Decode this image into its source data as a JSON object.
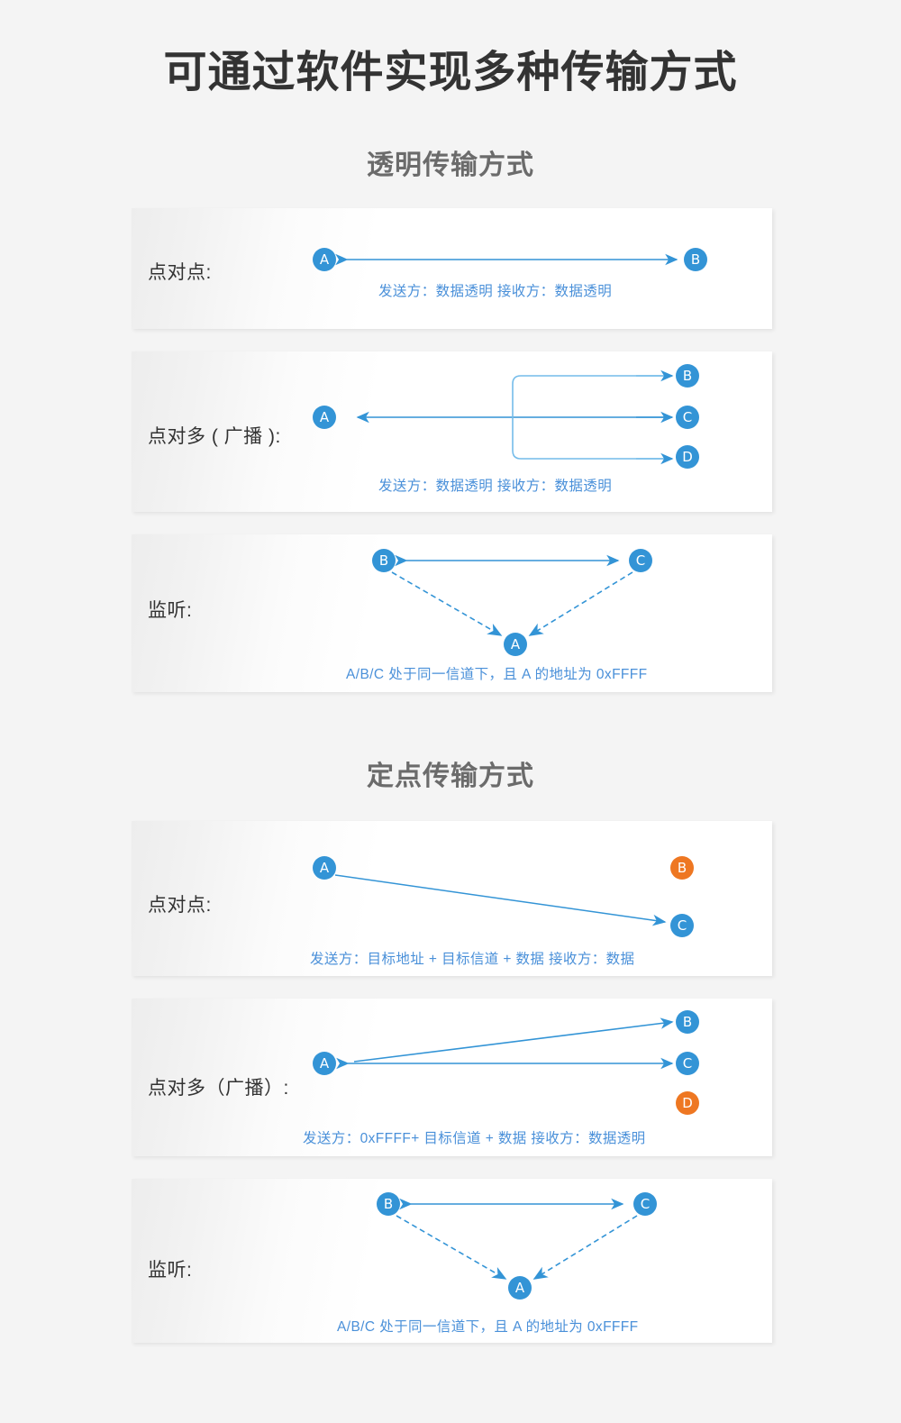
{
  "main_title": "可通过软件实现多种传输方式",
  "sections": [
    {
      "title": "透明传输方式",
      "panels": [
        {
          "label": "点对点:",
          "caption": "发送方：数据透明  接收方：数据透明",
          "nodes": [
            {
              "id": "A",
              "color": "#3394d6"
            },
            {
              "id": "B",
              "color": "#3394d6"
            }
          ]
        },
        {
          "label": "点对多 ( 广播 ):",
          "caption": "发送方：数据透明  接收方：数据透明",
          "nodes": [
            {
              "id": "A",
              "color": "#3394d6"
            },
            {
              "id": "B",
              "color": "#3394d6"
            },
            {
              "id": "C",
              "color": "#3394d6"
            },
            {
              "id": "D",
              "color": "#3394d6"
            }
          ]
        },
        {
          "label": "监听:",
          "caption": "A/B/C 处于同一信道下，且 A 的地址为 0xFFFF",
          "nodes": [
            {
              "id": "B",
              "color": "#3394d6"
            },
            {
              "id": "C",
              "color": "#3394d6"
            },
            {
              "id": "A",
              "color": "#3394d6"
            }
          ]
        }
      ]
    },
    {
      "title": "定点传输方式",
      "panels": [
        {
          "label": "点对点:",
          "caption": "发送方：目标地址 + 目标信道 + 数据  接收方：数据",
          "nodes": [
            {
              "id": "A",
              "color": "#3394d6"
            },
            {
              "id": "B",
              "color": "#ee7722"
            },
            {
              "id": "C",
              "color": "#3394d6"
            }
          ]
        },
        {
          "label": "点对多（广播）:",
          "caption": "发送方：0xFFFF+ 目标信道 + 数据  接收方：数据透明",
          "nodes": [
            {
              "id": "A",
              "color": "#3394d6"
            },
            {
              "id": "B",
              "color": "#3394d6"
            },
            {
              "id": "C",
              "color": "#3394d6"
            },
            {
              "id": "D",
              "color": "#ee7722"
            }
          ]
        },
        {
          "label": "监听:",
          "caption": "A/B/C 处于同一信道下，且 A 的地址为 0xFFFF",
          "nodes": [
            {
              "id": "B",
              "color": "#3394d6"
            },
            {
              "id": "C",
              "color": "#3394d6"
            },
            {
              "id": "A",
              "color": "#3394d6"
            }
          ]
        }
      ]
    }
  ],
  "colors": {
    "page_background": "#f4f4f4",
    "panel_background": "#ffffff",
    "node_blue": "#3394d6",
    "node_orange": "#ee7722",
    "arrow_blue": "#3394d6",
    "caption_blue": "#4a90d9",
    "title_dark": "#333333",
    "subtitle_gray": "#6b6b6b"
  }
}
